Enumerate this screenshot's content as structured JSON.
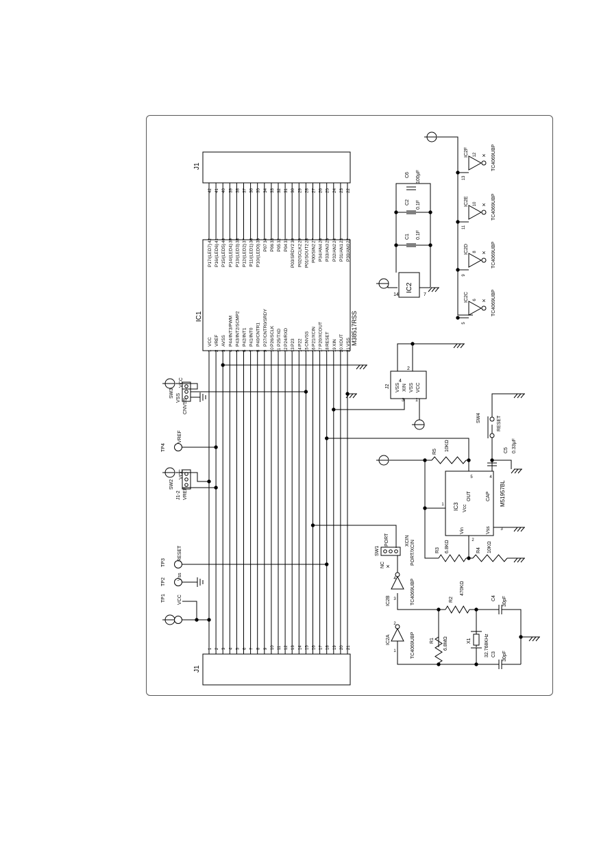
{
  "j1": {
    "ref": "J1",
    "left_pins": [
      "1",
      "2",
      "3",
      "4",
      "5",
      "6",
      "7",
      "8",
      "9",
      "10",
      "11",
      "12",
      "13",
      "14",
      "15",
      "16",
      "17",
      "18",
      "19",
      "20",
      "21"
    ],
    "right_pins": [
      "22",
      "23",
      "24",
      "25",
      "26",
      "27",
      "28",
      "29",
      "30",
      "31",
      "32",
      "33",
      "34",
      "35",
      "36",
      "37",
      "38",
      "39",
      "40",
      "41",
      "42"
    ]
  },
  "ic1": {
    "ref": "IC1",
    "part": "M38517RSS",
    "left_pins": [
      "VCC",
      "VREF",
      "AVSS",
      "P44/INT3/PWM",
      "P43/INT2/SCMP2",
      "P42/INT1",
      "P41/INT0",
      "P40/CNTR1",
      "P27/CNTR0/SRDY",
      "P26/SCLK",
      "P25/TXD",
      "P24/RXD",
      "P23",
      "P22",
      "CNVSS",
      "P21/XCIN",
      "P20/XCOUT",
      "RESET",
      "XIN",
      "XOUT",
      "VSS"
    ],
    "right_pins": [
      "P17/(LED7)",
      "P16/(LED6)",
      "P15/(LED5)",
      "P14/(LED4)",
      "P13/(LED3)",
      "P12/(LED2)",
      "P11/(LED1)",
      "P10/(LED0)",
      "P07",
      "P06",
      "P05",
      "P04",
      "P03/SRDY2",
      "P02/SCLK2",
      "P01/SOUT2",
      "P00/SIN2",
      "P34/AN4",
      "P33/AN3",
      "P32/AN2",
      "P31/AN1",
      "P30/AN0"
    ]
  },
  "labels": {
    "vcc": "VCC",
    "vss": "Vss",
    "vref": "VREF",
    "reset": "RESET",
    "cnvss": "CNVSS",
    "vss_cap": "VSS",
    "j1_2": "J1-2",
    "port": "PORT",
    "xcin": "XCIN",
    "port_xcin": "PORT/XCIN",
    "nc": "NC",
    "ic2_part": "TC4069UBP",
    "ic2": "IC2",
    "xin": "XIN",
    "ic3_part": "M51957BL",
    "out": "OUT",
    "cap": "CAP",
    "vcc_ic3": "Vcc",
    "vin": "Vin",
    "vss_ic3": "Vss"
  },
  "test_points": {
    "tp1": "TP1",
    "tp2": "TP2",
    "tp3": "TP3",
    "tp4": "TP4"
  },
  "switches": {
    "sw1": "SW1",
    "sw2": "SW2",
    "sw3": "SW3",
    "sw4": "SW4"
  },
  "connectors": {
    "j2": "J2"
  },
  "gates": {
    "ic2a": "IC2A",
    "ic2b": "IC2B",
    "ic2c": "IC2C",
    "ic2d": "IC2D",
    "ic2e": "IC2E",
    "ic2f": "IC2F",
    "ic3": "IC3"
  },
  "gate_pins": {
    "a_in": "1",
    "a_out": "2",
    "b_in": "3",
    "b_out": "4",
    "c_in": "5",
    "c_out": "6",
    "d_in": "9",
    "d_out": "8",
    "e_in": "11",
    "e_out": "10",
    "f_in": "13",
    "f_out": "12",
    "ic2_14": "14",
    "ic2_7": "7",
    "j2_1": "1",
    "j2_2": "2",
    "j2_3": "3",
    "j2_4": "4",
    "ic3_1": "1",
    "ic3_2": "2",
    "ic3_3": "3",
    "ic3_4": "4",
    "ic3_5": "5",
    "no_connect": "×"
  },
  "components": {
    "r1": {
      "ref": "R1",
      "value": "6.8MΩ"
    },
    "r2": {
      "ref": "R2",
      "value": "470KΩ"
    },
    "r3": {
      "ref": "R3",
      "value": "6.8KΩ"
    },
    "r4": {
      "ref": "R4",
      "value": "10KΩ"
    },
    "r5": {
      "ref": "R5",
      "value": "10KΩ"
    },
    "c1": {
      "ref": "C1",
      "value": "0.1F"
    },
    "c2": {
      "ref": "C2",
      "value": "0.1F"
    },
    "c3": {
      "ref": "C3",
      "value": "30pF"
    },
    "c4": {
      "ref": "C4",
      "value": "30pF"
    },
    "c5": {
      "ref": "C5",
      "value": "0.33μF"
    },
    "c6": {
      "ref": "C6",
      "value": "100μF"
    },
    "x1": {
      "ref": "X1",
      "value": "32.768KHz"
    }
  }
}
